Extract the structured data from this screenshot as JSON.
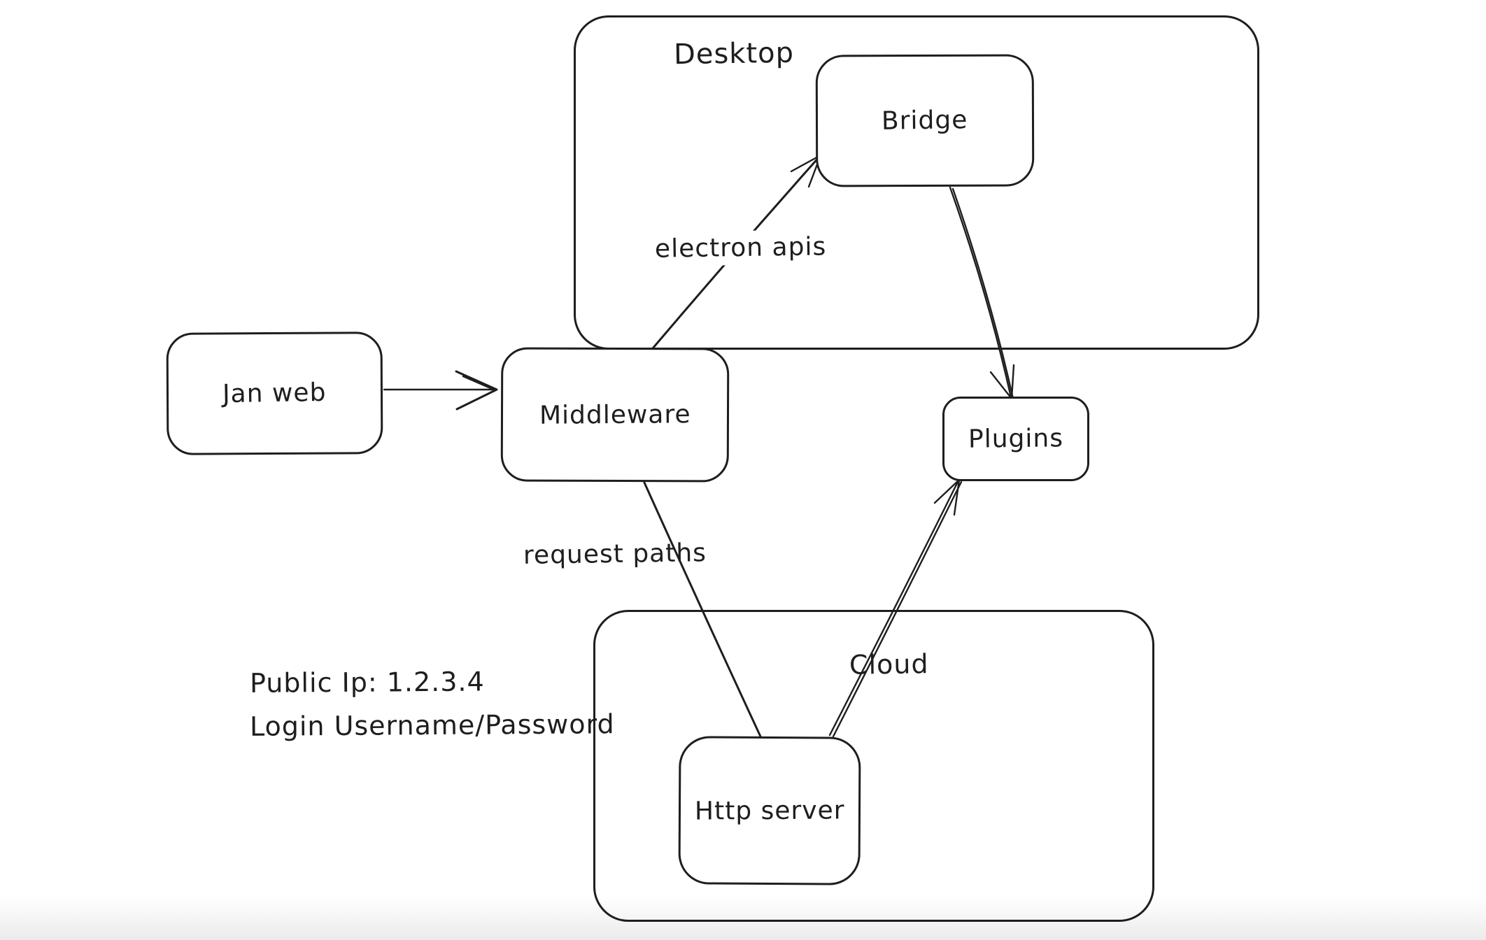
{
  "app": {
    "type": "hand-drawn architecture diagram on whiteboard canvas"
  },
  "colors": {
    "stroke": "#1e1e1e",
    "background": "#ffffff",
    "bottom_fade": "#ebebeb"
  },
  "containers": {
    "desktop": {
      "label": "Desktop"
    },
    "cloud": {
      "label": "Cloud"
    }
  },
  "nodes": {
    "jan_web": {
      "label": "Jan web"
    },
    "middleware": {
      "label": "Middleware"
    },
    "bridge": {
      "label": "Bridge"
    },
    "plugins": {
      "label": "Plugins"
    },
    "http_server": {
      "label": "Http server"
    }
  },
  "edge_labels": {
    "electron_apis": "electron apis",
    "request_paths": "request paths"
  },
  "annotations": {
    "public_ip": "Public Ip: 1.2.3.4",
    "login": "Login Username/Password"
  },
  "edges": [
    {
      "from": "Jan web",
      "to": "Middleware",
      "label": "",
      "arrowhead": "end"
    },
    {
      "from": "Middleware",
      "to": "Bridge",
      "label": "electron apis",
      "arrowhead": "end"
    },
    {
      "from": "Bridge",
      "to": "Plugins",
      "label": "",
      "arrowhead": "end"
    },
    {
      "from": "Middleware",
      "to": "Http server",
      "label": "request paths",
      "arrowhead": "none"
    },
    {
      "from": "Http server",
      "to": "Plugins",
      "label": "",
      "arrowhead": "end"
    }
  ]
}
